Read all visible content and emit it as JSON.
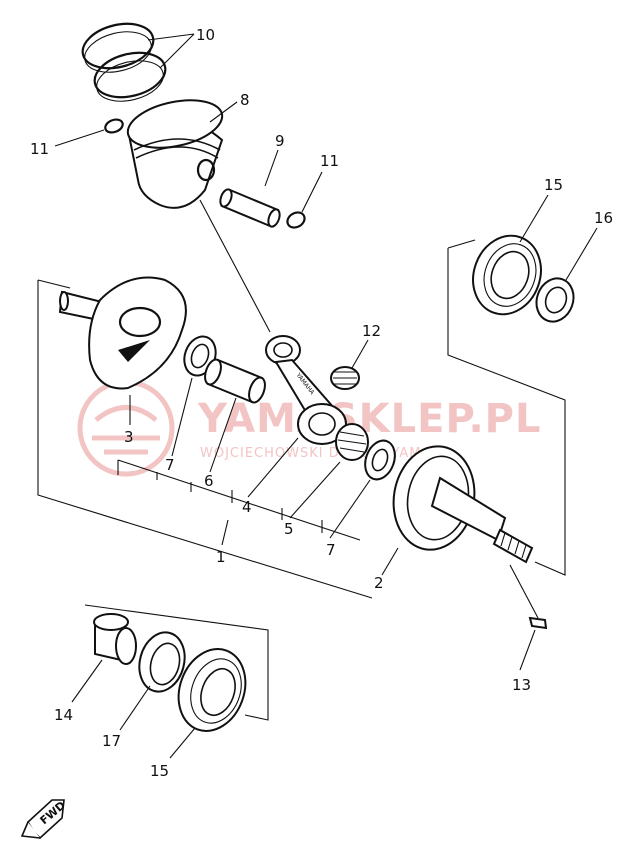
{
  "watermark": {
    "brand": "YAMASKLEP.PL",
    "tagline": "WOJCIECHOWSKI DEALER YAMAHA",
    "color": "#f2c4c4"
  },
  "direction_marker": "FWD",
  "labels": {
    "p1": "1",
    "p2": "2",
    "p3": "3",
    "p4": "4",
    "p5": "5",
    "p6": "6",
    "p7a": "7",
    "p7b": "7",
    "p8": "8",
    "p9": "9",
    "p10": "10",
    "p11a": "11",
    "p11b": "11",
    "p12": "12",
    "p13": "13",
    "p14": "14",
    "p15a": "15",
    "p15b": "15",
    "p16": "16",
    "p17": "17"
  },
  "conrod_text": "YAMAHA"
}
